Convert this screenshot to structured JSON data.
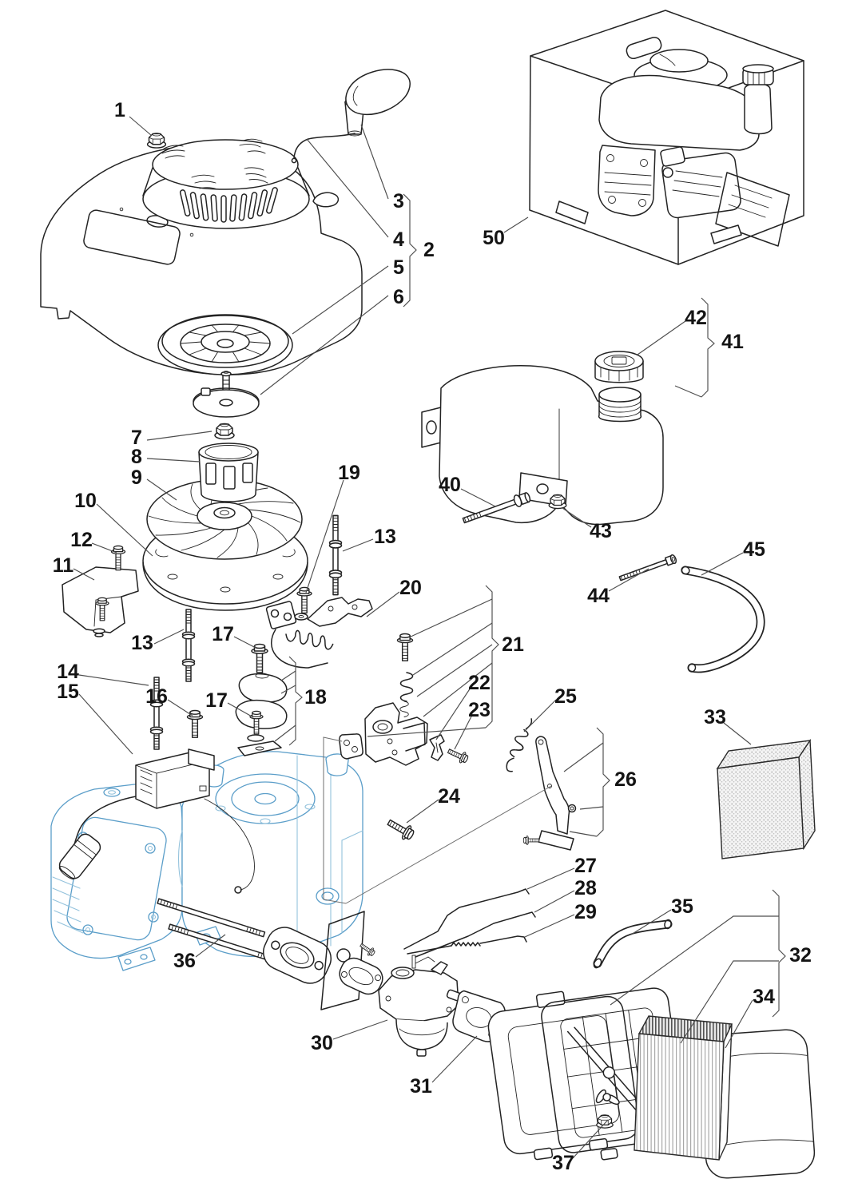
{
  "diagram": {
    "kind": "exploded parts diagram",
    "subject": "small engine",
    "colors": {
      "line": "#232323",
      "leader": "#4d4d4d",
      "block_blue": "#5b9ec9",
      "background": "#ffffff",
      "label_text": "#141414"
    },
    "bracket_grouped_labels": [
      "2",
      "18",
      "21",
      "26",
      "32",
      "41"
    ],
    "labels": {
      "l1": "1",
      "l2": "2",
      "l3": "3",
      "l4": "4",
      "l5": "5",
      "l6": "6",
      "l7": "7",
      "l8": "8",
      "l9": "9",
      "l10": "10",
      "l11": "11",
      "l12": "12",
      "l13a": "13",
      "l13b": "13",
      "l14": "14",
      "l15": "15",
      "l16": "16",
      "l17a": "17",
      "l17b": "17",
      "l18": "18",
      "l19": "19",
      "l20": "20",
      "l21": "21",
      "l22": "22",
      "l23": "23",
      "l24": "24",
      "l25": "25",
      "l26": "26",
      "l27": "27",
      "l28": "28",
      "l29": "29",
      "l30": "30",
      "l31": "31",
      "l32": "32",
      "l33": "33",
      "l34": "34",
      "l35": "35",
      "l36": "36",
      "l37": "37",
      "l40": "40",
      "l41": "41",
      "l42": "42",
      "l43": "43",
      "l44": "44",
      "l45": "45",
      "l50": "50"
    }
  }
}
